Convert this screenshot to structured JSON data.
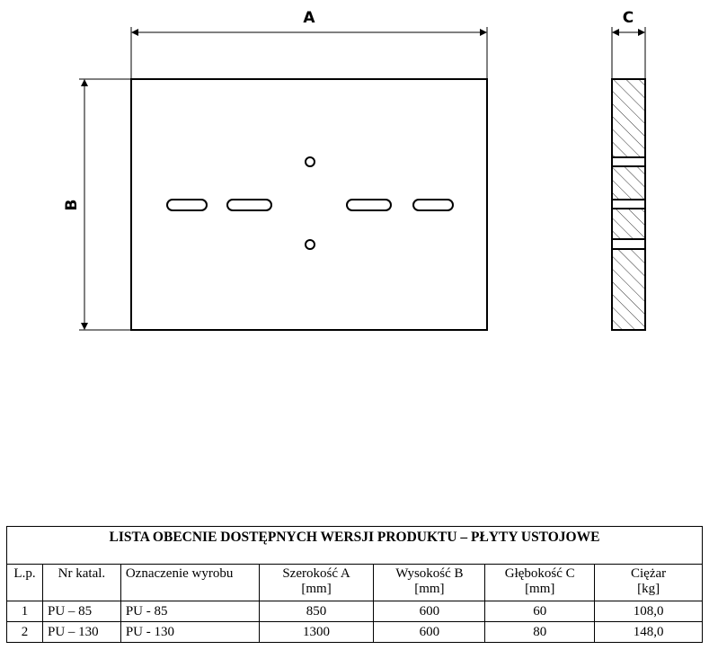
{
  "drawing": {
    "label_a": "A",
    "label_b": "B",
    "label_c": "C"
  },
  "table": {
    "title": "LISTA OBECNIE DOSTĘPNYCH WERSJI PRODUKTU – PŁYTY USTOJOWE",
    "headers": [
      {
        "name": "L.p.",
        "unit": ""
      },
      {
        "name": "Nr katal.",
        "unit": ""
      },
      {
        "name": "Oznaczenie wyrobu",
        "unit": ""
      },
      {
        "name": "Szerokość A",
        "unit": "[mm]"
      },
      {
        "name": "Wysokość B",
        "unit": "[mm]"
      },
      {
        "name": "Głębokość C",
        "unit": "[mm]"
      },
      {
        "name": "Ciężar",
        "unit": "[kg]"
      }
    ],
    "rows": [
      [
        "1",
        "PU – 85",
        "PU - 85",
        "850",
        "600",
        "60",
        "108,0"
      ],
      [
        "2",
        "PU – 130",
        "PU - 130",
        "1300",
        "600",
        "80",
        "148,0"
      ]
    ]
  }
}
